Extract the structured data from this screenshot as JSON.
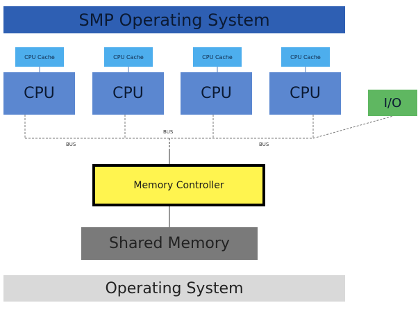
{
  "title": "SMP Operating System",
  "cpus": [
    {
      "cache_label": "CPU Cache",
      "label": "CPU"
    },
    {
      "cache_label": "CPU Cache",
      "label": "CPU"
    },
    {
      "cache_label": "CPU Cache",
      "label": "CPU"
    },
    {
      "cache_label": "CPU Cache",
      "label": "CPU"
    }
  ],
  "io_label": "I/O",
  "bus_labels": [
    "BUS",
    "BUS",
    "BUS"
  ],
  "memory_controller_label": "Memory Controller",
  "shared_memory_label": "Shared Memory",
  "os_label": "Operating System",
  "colors": {
    "title_bar": "#2e5fb3",
    "cpu_cache": "#4daeed",
    "cpu": "#5b87d0",
    "io": "#5fb761",
    "memory_controller": "#fff44f",
    "shared_memory": "#7a7a7a",
    "os_bar": "#d9d9d9"
  }
}
